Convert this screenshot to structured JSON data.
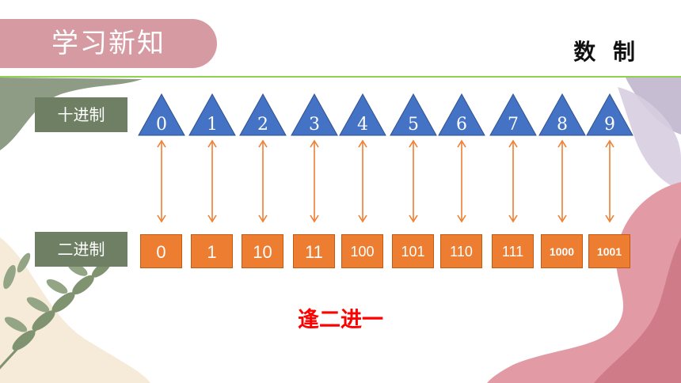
{
  "header": {
    "title": "学习新知",
    "topic": "数 制"
  },
  "labels": {
    "decimal": "十进制",
    "binary": "二进制"
  },
  "decimal_digits": [
    "0",
    "1",
    "2",
    "3",
    "4",
    "5",
    "6",
    "7",
    "8",
    "9"
  ],
  "binary_values": [
    "0",
    "1",
    "10",
    "11",
    "100",
    "101",
    "110",
    "111",
    "1000",
    "1001"
  ],
  "rule": "逢二进一",
  "colors": {
    "title_pill": "#d69aa2",
    "divider": "#92d050",
    "label_bg": "#6f7f63",
    "triangle": "#4472c4",
    "binary_box": "#ed7d31",
    "arrow": "#ed7d31",
    "rule_text": "#ff0000"
  }
}
